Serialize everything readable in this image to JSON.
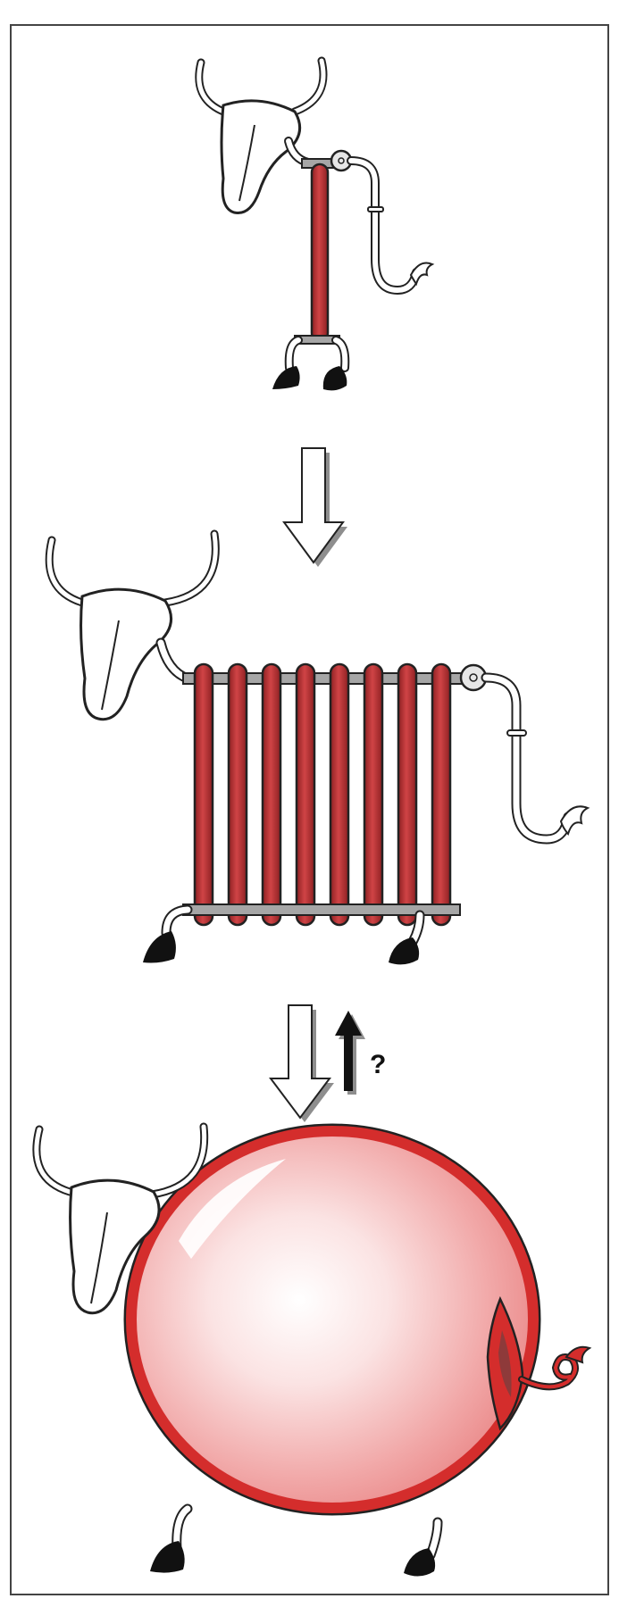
{
  "figure": {
    "question_mark": "?",
    "colors": {
      "frame": "#444444",
      "outline": "#222222",
      "radiator_red": "#c0393b",
      "radiator_dark": "#8e2022",
      "pipe_gray": "#a6a6a6",
      "balloon_red": "#d42d2c",
      "balloon_light": "#fbe3e3",
      "balloon_mid": "#ee9c9c",
      "hoof": "#111111",
      "arrow_shadow": "#8e8e8e"
    },
    "panels": [
      {
        "name": "single-fin-radiator-cow",
        "fins": 1
      },
      {
        "name": "multi-fin-radiator-cow",
        "fins": 8
      },
      {
        "name": "balloon-cow",
        "fins": 0
      }
    ],
    "arrows": [
      {
        "name": "down-arrow-1",
        "direction": "down"
      },
      {
        "name": "down-arrow-2",
        "direction": "down"
      },
      {
        "name": "up-arrow",
        "direction": "up",
        "label": "?"
      }
    ]
  }
}
